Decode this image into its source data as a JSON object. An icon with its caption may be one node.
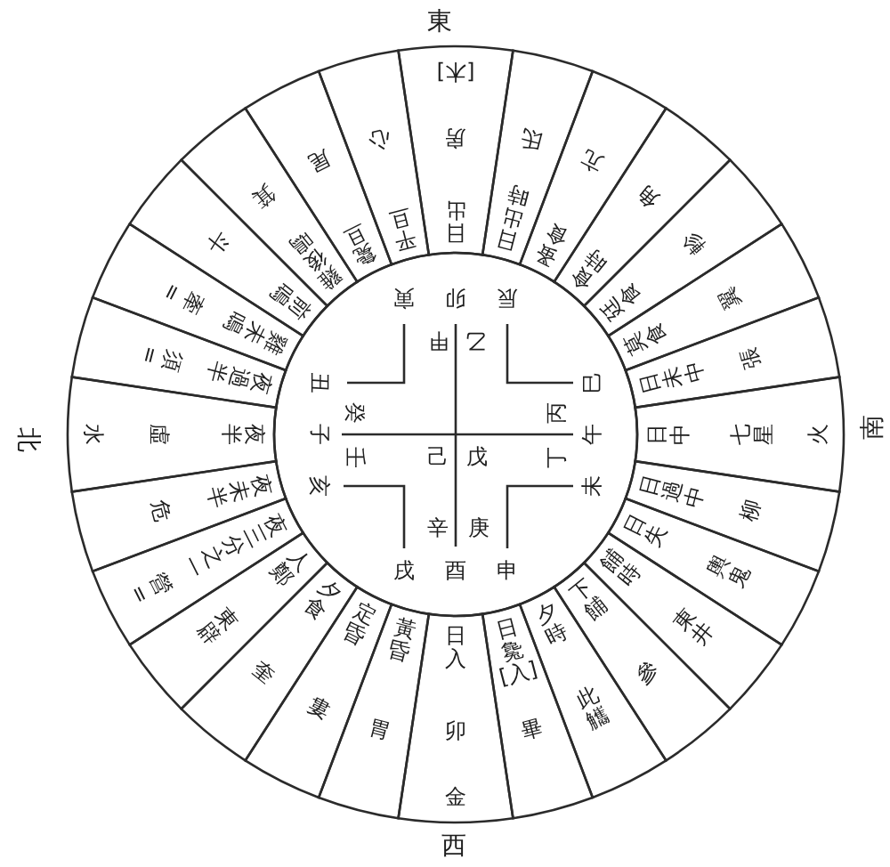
{
  "diagram": {
    "nodes": [
      {
        "text": [
          "日出",
          "房",
          "[木]"
        ]
      },
      {
        "text": [
          "日出時",
          "氐"
        ]
      },
      {
        "text": [
          "蚤食",
          "亢"
        ]
      },
      {
        "text": [
          "食時",
          "角"
        ]
      },
      {
        "text": [
          "廷食",
          "軫"
        ]
      },
      {
        "text": [
          "莫食",
          "翼"
        ]
      },
      {
        "text": [
          "日未中",
          "張"
        ]
      },
      {
        "text": [
          "日中",
          "七星",
          "火"
        ]
      },
      {
        "text": [
          "日過中",
          "柳"
        ]
      },
      {
        "text": [
          "日失",
          "輿鬼"
        ]
      },
      {
        "text": [
          "餔時",
          "東井"
        ]
      },
      {
        "text": [
          "下餔",
          "參"
        ]
      },
      {
        "text": [
          "夕時",
          "此觿"
        ]
      },
      {
        "text": [
          "日毚[入]",
          "畢"
        ]
      },
      {
        "text": [
          "日入",
          "卯",
          "金"
        ]
      },
      {
        "text": [
          "黃昏",
          "胃"
        ]
      },
      {
        "text": [
          "定昏",
          "婁"
        ]
      },
      {
        "text": [
          "夕食",
          "奎"
        ]
      },
      {
        "text": [
          "人鄭",
          "東辟"
        ]
      },
      {
        "text": [
          "夜三分之一",
          "營="
        ]
      },
      {
        "text": [
          "夜未半",
          "危"
        ]
      },
      {
        "text": [
          "夜半",
          "虛",
          "水"
        ]
      },
      {
        "text": [
          "夜過半",
          "須="
        ]
      },
      {
        "text": [
          "雞未鳴",
          "牽="
        ]
      },
      {
        "text": [
          "前鳴",
          "斗"
        ]
      },
      {
        "text": [
          "雞後鳴",
          "箕"
        ]
      },
      {
        "text": [
          "毚旦",
          "尾"
        ]
      },
      {
        "text": [
          "平旦",
          "心"
        ]
      },
      {
        "text": [
          "寅",
          "卯",
          "辰",
          "甲",
          "乙",
          "丑",
          "巳",
          "癸",
          "丙",
          "子",
          "午",
          "壬",
          "己",
          "戊",
          "丁",
          "亥",
          "未",
          "辛",
          "庚",
          "戌",
          "酉",
          "申"
        ]
      }
    ],
    "labels": [
      "東",
      "北",
      "南",
      "西"
    ]
  }
}
